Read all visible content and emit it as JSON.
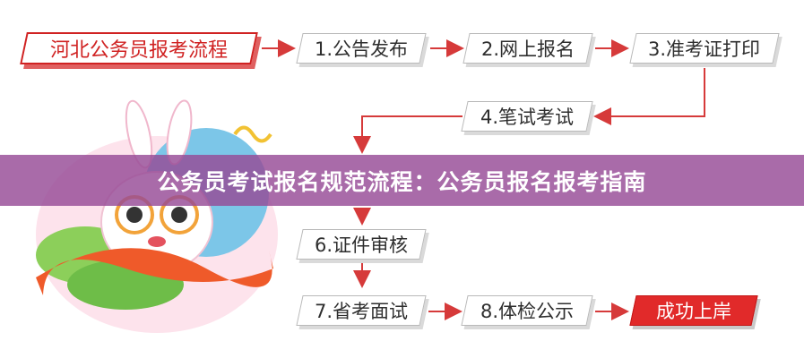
{
  "flow": {
    "title": "河北公务员报考流程",
    "steps": [
      "1.公告发布",
      "2.网上报名",
      "3.准考证打印",
      "4.笔试考试",
      "6.证件审核",
      "7.省考面试",
      "8.体检公示"
    ],
    "final": "成功上岸"
  },
  "banner": {
    "text": "公务员考试报名规范流程：公务员报名报考指南"
  },
  "colors": {
    "accent_red": "#e12a2a",
    "banner_purple": "#964b96",
    "mascot_pink": "#f3a6c4",
    "ribbon_orange": "#ef5a2a"
  }
}
